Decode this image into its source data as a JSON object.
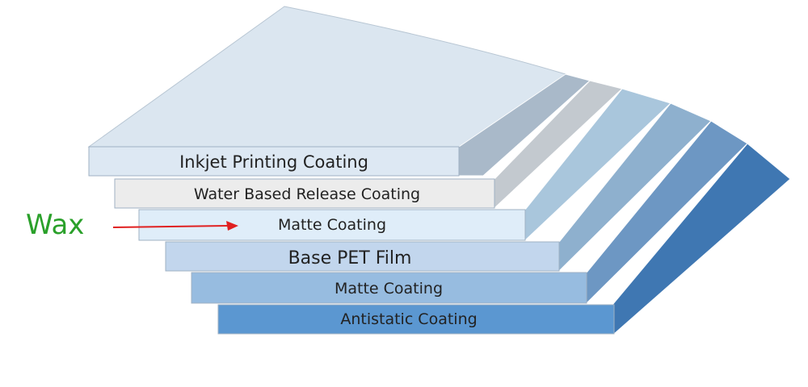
{
  "layers": [
    {
      "label": "Inkjet Printing Coating",
      "front": "#dde8f3",
      "side": "#a9b9c9"
    },
    {
      "label": "Water Based Release Coating",
      "front": "#ececec",
      "side": "#c3c9cf"
    },
    {
      "label": "Matte Coating",
      "front": "#dfedf9",
      "side": "#a9c6dc"
    },
    {
      "label": "Base PET Film",
      "front": "#c2d6ed",
      "side": "#8eb0ce"
    },
    {
      "label": "Matte Coating",
      "front": "#97bce0",
      "side": "#6d97c3"
    },
    {
      "label": "Antistatic Coating",
      "front": "#5b97d1",
      "side": "#3f77b2"
    }
  ],
  "annotation": {
    "label": "Wax",
    "color": "#2aa02a",
    "arrow_color": "#e02020"
  },
  "top_color": "#dbe6f0"
}
